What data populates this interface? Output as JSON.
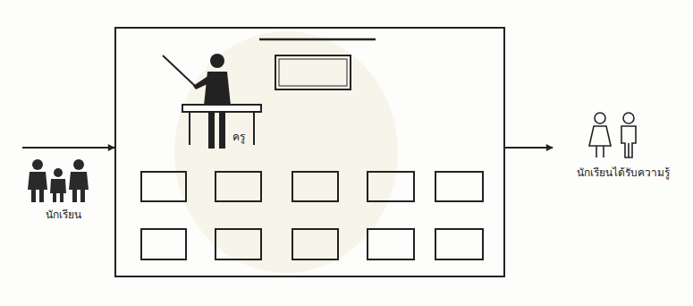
{
  "diagram": {
    "nodes": [
      {
        "text": [
          "นักเรียน"
        ]
      },
      {
        "text": [
          "ครู"
        ]
      },
      {
        "text": [
          "นักเรียนได้รับความรู้"
        ]
      }
    ],
    "edges": [
      {
        "from": 0,
        "to": 1,
        "arrow": "to"
      },
      {
        "from": 1,
        "to": 2,
        "arrow": "to"
      }
    ]
  }
}
